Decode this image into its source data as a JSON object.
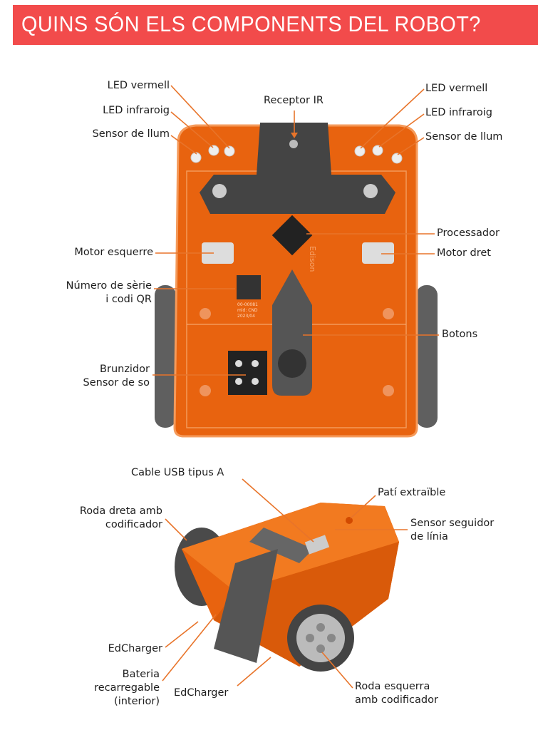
{
  "header": {
    "title": "QUINS SÓN ELS COMPONENTS DEL ROBOT?"
  },
  "colors": {
    "banner": "#f24b4b",
    "leader_line": "#e8742a",
    "robot_body": "#e8630f",
    "wheel": "#666666"
  },
  "top_view": {
    "labels": {
      "led_red_left": "LED vermell",
      "led_ir_left": "LED infraroig",
      "light_sensor_left": "Sensor de llum",
      "ir_receiver": "Receptor IR",
      "led_red_right": "LED vermell",
      "led_ir_right": "LED infraroig",
      "light_sensor_right": "Sensor de llum",
      "processor": "Processador",
      "motor_left": "Motor esquerre",
      "motor_right": "Motor dret",
      "serial_line1": "Número de sèrie",
      "serial_line2": "i codi QR",
      "buttons": "Botons",
      "buzzer": "Brunzidor",
      "sound_sensor": "Sensor de so"
    },
    "board_text": {
      "serial": "00-00081",
      "model": "mld: CND",
      "date": "2023/04",
      "brand": "Edison"
    }
  },
  "side_view": {
    "labels": {
      "usb_cable": "Cable USB tipus A",
      "skid": "Patí extraïble",
      "right_wheel_line1": "Roda dreta amb",
      "right_wheel_line2": "codificador",
      "line_sensor_line1": "Sensor seguidor",
      "line_sensor_line2": "de línia",
      "edcharger_left": "EdCharger",
      "battery_line1": "Bateria",
      "battery_line2": "recarregable",
      "battery_line3": "(interior)",
      "edcharger_bottom": "EdCharger",
      "left_wheel_line1": "Roda esquerra",
      "left_wheel_line2": "amb codificador"
    }
  }
}
